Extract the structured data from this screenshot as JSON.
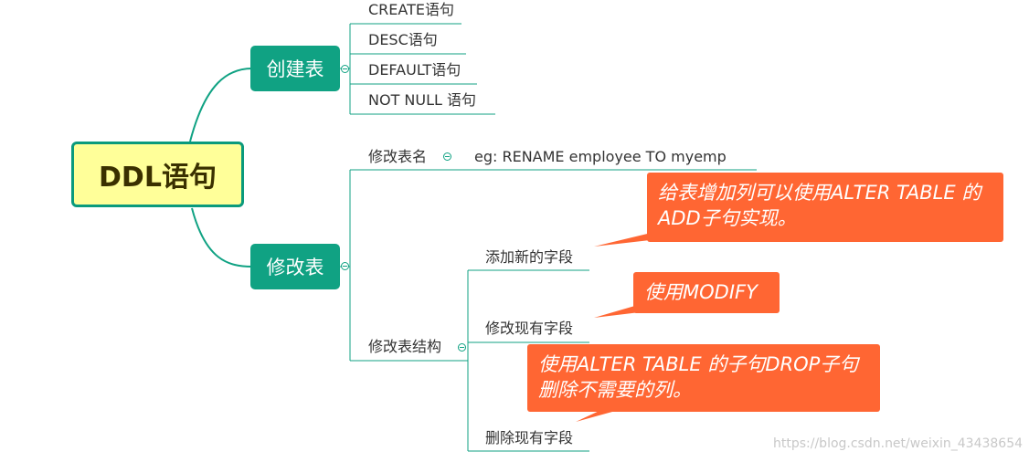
{
  "root": {
    "label": "DDL语句"
  },
  "create_table": {
    "label": "创建表",
    "items": [
      "CREATE语句",
      "DESC语句",
      "DEFAULT语句",
      "NOT NULL 语句"
    ]
  },
  "modify_table": {
    "label": "修改表",
    "rename": {
      "label": "修改表名",
      "example": "eg:   RENAME employee TO myemp"
    },
    "structure": {
      "label": "修改表结构",
      "items": [
        "添加新的字段",
        "修改现有字段",
        "删除现有字段"
      ]
    }
  },
  "callouts": {
    "add": "给表增加列可以使用ALTER TABLE 的 ADD子句实现。",
    "modify": "使用MODIFY",
    "drop": "使用ALTER TABLE 的子句DROP子句 删除不需要的列。"
  },
  "colors": {
    "branch": "#10a283",
    "root_fill": "#ffff99",
    "callout": "#ff6633"
  },
  "watermark": "https://blog.csdn.net/weixin_43438654"
}
